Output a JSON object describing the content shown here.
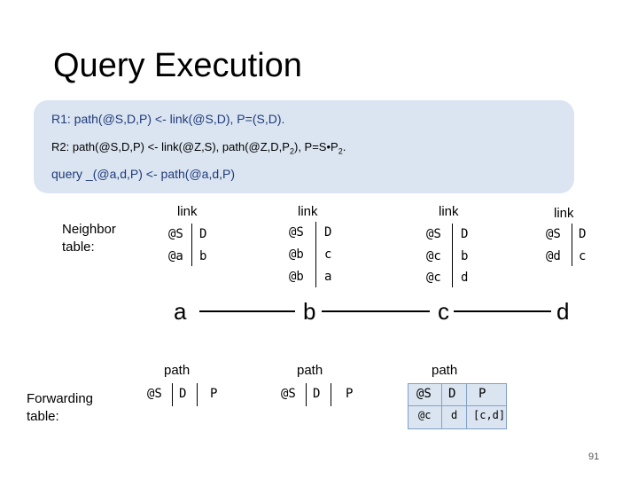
{
  "title": "Query Execution",
  "rules": {
    "r1": "R1: path(@S,D,P) <- link(@S,D), P=(S,D).",
    "r2_a": "R2: path(@S,D,P) <- link(@Z,S), path(@Z,D,P",
    "r2_sub1": "2",
    "r2_b": "), P=S",
    "r2_bullet": "•",
    "r2_c": "P",
    "r2_sub2": "2",
    "r2_d": ".",
    "query": "query _(@a,d,P) <- path(@a,d,P)"
  },
  "labels": {
    "neighbor_line1": "Neighbor",
    "neighbor_line2": "table:",
    "forwarding_line1": "Forwarding",
    "forwarding_line2": "table:"
  },
  "link_tables": [
    {
      "title": "link",
      "header": [
        "@S",
        "D"
      ],
      "rows": [
        [
          "@a",
          "b"
        ]
      ]
    },
    {
      "title": "link",
      "header": [
        "@S",
        "D"
      ],
      "rows": [
        [
          "@b",
          "c"
        ],
        [
          "@b",
          "a"
        ]
      ]
    },
    {
      "title": "link",
      "header": [
        "@S",
        "D"
      ],
      "rows": [
        [
          "@c",
          "b"
        ],
        [
          "@c",
          "d"
        ]
      ]
    },
    {
      "title": "link",
      "header": [
        "@S",
        "D"
      ],
      "rows": [
        [
          "@d",
          "c"
        ]
      ]
    }
  ],
  "nodes": [
    "a",
    "b",
    "c",
    "d"
  ],
  "path_tables": [
    {
      "title": "path",
      "header": [
        "@S",
        "D",
        "P"
      ],
      "rows": []
    },
    {
      "title": "path",
      "header": [
        "@S",
        "D",
        "P"
      ],
      "rows": []
    },
    {
      "title": "path",
      "header": [
        "@S",
        "D",
        "P"
      ],
      "rows": [
        [
          "@c",
          "d",
          "[c,d]"
        ]
      ]
    }
  ],
  "page_number": "91"
}
